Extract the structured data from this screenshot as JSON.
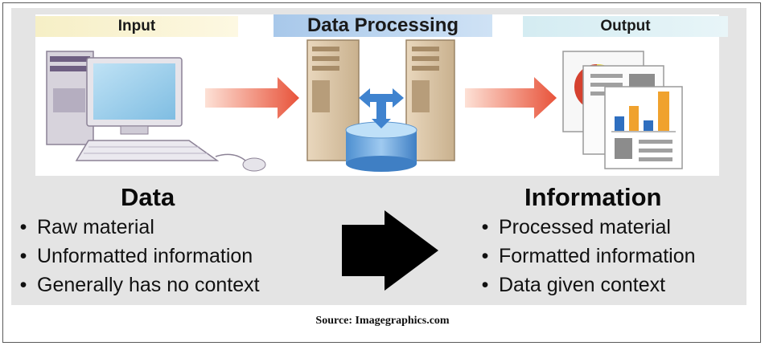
{
  "stages": {
    "input": "Input",
    "processing": "Data Processing",
    "output": "Output"
  },
  "data_block": {
    "heading": "Data",
    "items": [
      "Raw material",
      "Unformatted information",
      "Generally has no context"
    ]
  },
  "info_block": {
    "heading": "Information",
    "items": [
      "Processed material",
      "Formatted information",
      "Data given context"
    ]
  },
  "source": "Source: Imagegraphics.com",
  "colors": {
    "flow_arrow": "#e8533a",
    "big_arrow": "#000000",
    "panel": "#e4e4e4",
    "bar_blue": "#2f6fc0",
    "bar_orange": "#f0a22e"
  }
}
